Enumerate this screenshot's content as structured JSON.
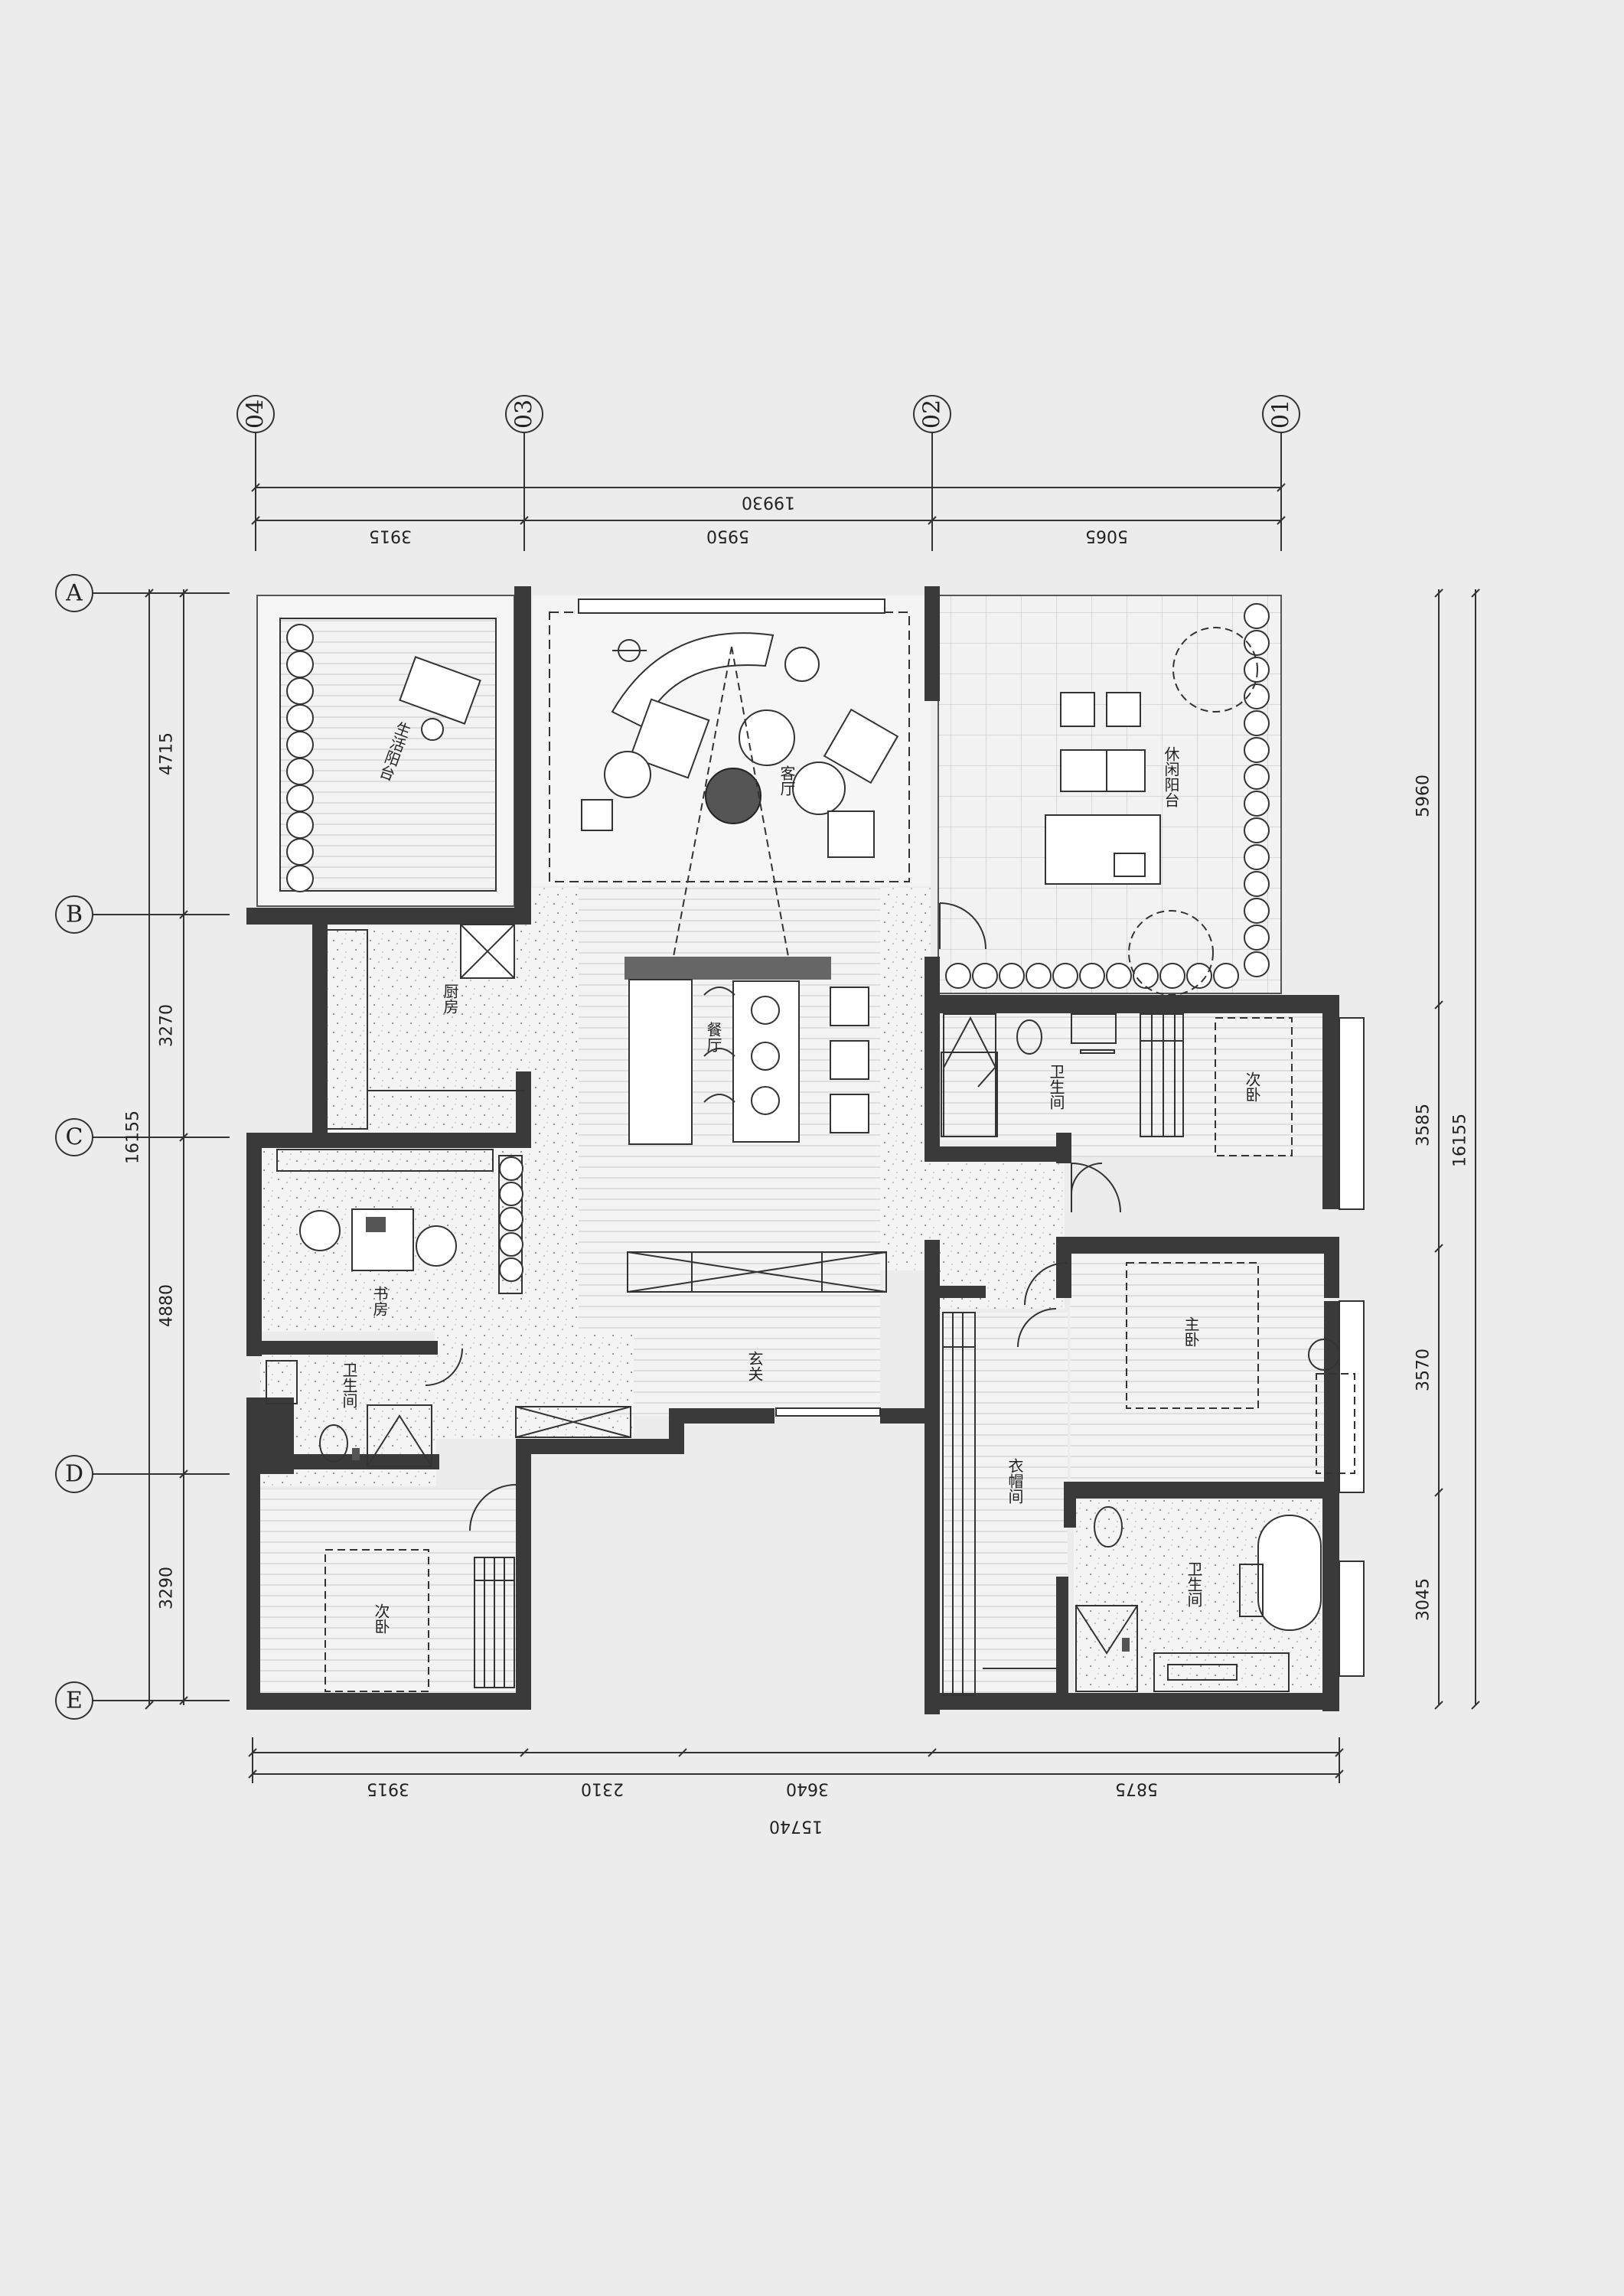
{
  "axes": {
    "columns": [
      "04",
      "03",
      "02",
      "01"
    ],
    "rows": [
      "A",
      "B",
      "C",
      "D",
      "E"
    ]
  },
  "dimensions": {
    "top_total": "19930",
    "top_segments": [
      "3915",
      "5950",
      "5065"
    ],
    "bottom_total": "15740",
    "bottom_segments": [
      "3915",
      "2310",
      "3640",
      "5875"
    ],
    "left_total": "16155",
    "left_segments": [
      "4715",
      "3270",
      "4880",
      "3290"
    ],
    "right_total": "16155",
    "right_segments": [
      "5960",
      "3585",
      "3570",
      "3045"
    ]
  },
  "rooms": {
    "service_balcony": "生活阳台",
    "living_room": "客厅",
    "leisure_balcony": "休闲阳台",
    "kitchen": "厨房",
    "dining_room": "餐厅",
    "bathroom_right_upper": "卫生间",
    "bedroom_right_upper": "次卧",
    "study": "书房",
    "entrance": "玄关",
    "bathroom_left": "卫生间",
    "master_bedroom": "主卧",
    "walk_in_closet": "衣帽间",
    "bathroom_master": "卫生间",
    "bedroom_left_lower": "次卧"
  }
}
